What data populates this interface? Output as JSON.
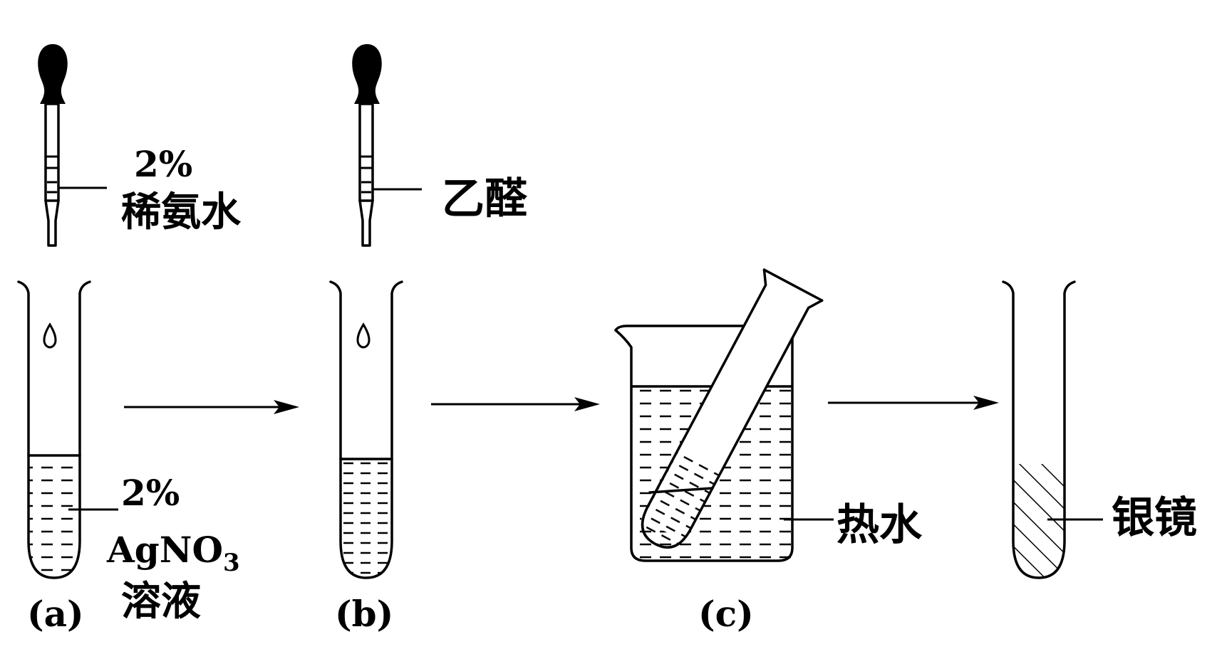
{
  "labels": {
    "ammonia_pct": "2%",
    "ammonia_name": "稀氨水",
    "aldehyde_name": "乙醛",
    "agno3_pct": "2%",
    "agno3_formula": "AgNO",
    "agno3_sub": "3",
    "agno3_solution": "溶液",
    "hot_water": "热水",
    "silver_mirror": "银镜",
    "step_a": "(a)",
    "step_b": "(b)",
    "step_c": "(c)"
  },
  "colors": {
    "ink": "#000000",
    "background": "#ffffff"
  }
}
